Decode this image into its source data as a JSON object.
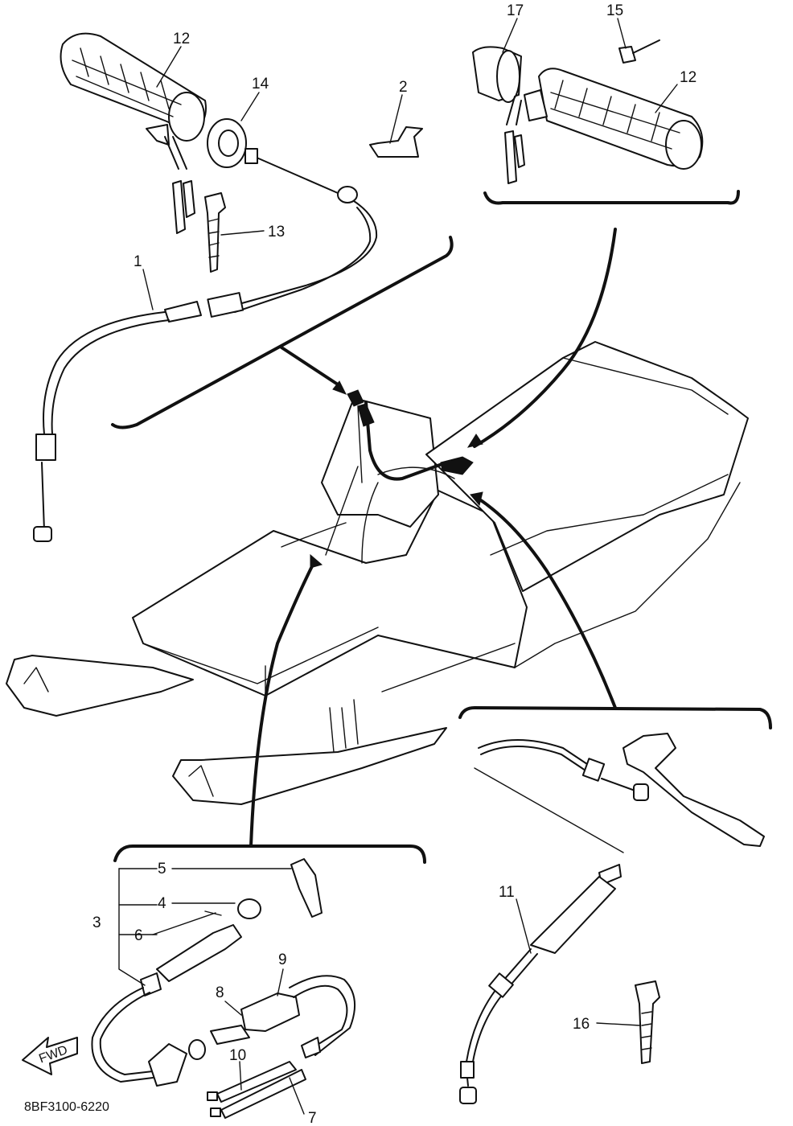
{
  "diagram": {
    "part_code": "8BF3100-6220",
    "fwd_label": "FWD",
    "callouts": {
      "n1": "1",
      "n2": "2",
      "n3": "3",
      "n4": "4",
      "n5": "5",
      "n6": "6",
      "n7": "7",
      "n8": "8",
      "n9": "9",
      "n10": "10",
      "n11": "11",
      "n12a": "12",
      "n12b": "12",
      "n13": "13",
      "n14": "14",
      "n15": "15",
      "n16": "16",
      "n17": "17"
    }
  },
  "icons": {
    "fwd_arrow": "fwd-arrow-icon"
  }
}
